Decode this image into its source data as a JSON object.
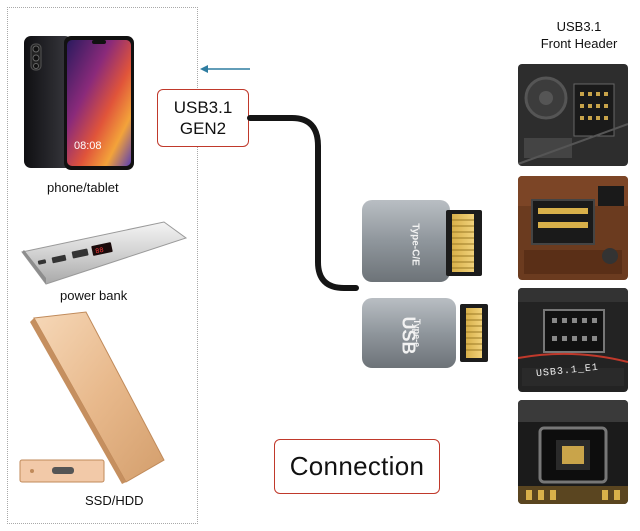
{
  "devices": {
    "phone_caption": "phone/tablet",
    "powerbank_caption": "power bank",
    "ssd_caption": "SSD/HDD",
    "phone_screen_time": "08:08"
  },
  "cable_label": {
    "line1": "USB3.1",
    "line2": "GEN2"
  },
  "adapters": {
    "top_print": "Type-C/E",
    "bottom_print_small": "Type-e",
    "bottom_print_large": "USB"
  },
  "front_header": {
    "title_line1": "USB3.1",
    "title_line2": "Front Header",
    "board_silk": "USB3.1_E1"
  },
  "connection_label": "Connection",
  "colors": {
    "label_border": "#c0392b",
    "arrow": "#2e7da1",
    "cable": "#151515",
    "adapter_body": "#8f969c"
  }
}
